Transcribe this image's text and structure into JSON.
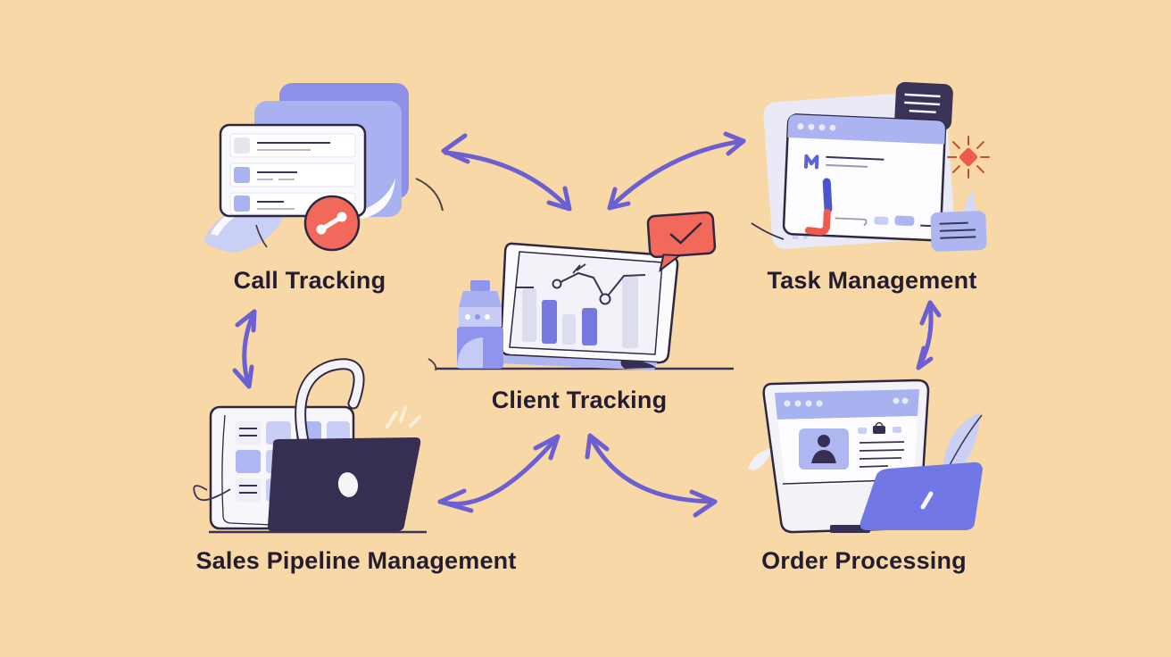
{
  "diagram": {
    "kind": "crm-feature-map-illustration",
    "background_color": "#F8D8A6",
    "center_node": "Client Tracking",
    "nodes": [
      {
        "id": "call-tracking",
        "label": "Call Tracking",
        "position": "top-left",
        "illustration": "stacked periwinkle cards with a white contact-list card, leaf, and coral call-transfer badge"
      },
      {
        "id": "task-management",
        "label": "Task Management",
        "position": "top-right",
        "illustration": "tilted browser window with logo, task line and checkmark pen, dark note card, periwinkle note, coral starburst, grass"
      },
      {
        "id": "client-tracking",
        "label": "Client Tracking",
        "position": "center",
        "illustration": "laptop showing bar and line analytics chart, water bottle, coral speech bubble with checkmark"
      },
      {
        "id": "sales-pipeline",
        "label": "Sales Pipeline Management",
        "position": "bottom-left",
        "illustration": "white kanban board with periwinkle tiles behind a dark navy laptop with hook cable and sparkles"
      },
      {
        "id": "order-processing",
        "label": "Order Processing",
        "position": "bottom-right",
        "illustration": "tablet with customer profile card and order lines behind a purple laptop, leaves"
      }
    ],
    "connections": [
      {
        "from": "call-tracking",
        "to": "client-tracking",
        "style": "curved-double-headed-arrow"
      },
      {
        "from": "client-tracking",
        "to": "task-management",
        "style": "curved-double-headed-arrow"
      },
      {
        "from": "call-tracking",
        "to": "sales-pipeline",
        "style": "curved-double-headed-arrow"
      },
      {
        "from": "task-management",
        "to": "order-processing",
        "style": "curved-double-headed-arrow"
      },
      {
        "from": "sales-pipeline",
        "to": "client-tracking",
        "style": "curved-double-headed-arrow"
      },
      {
        "from": "client-tracking",
        "to": "order-processing",
        "style": "curved-double-headed-arrow"
      }
    ],
    "palette": {
      "background": "#F8D8A6",
      "arrow": "#6B5FD2",
      "outline": "#2E2742",
      "navy": "#372F52",
      "coral": "#F2695B",
      "periwinkle": "#A9B1F0",
      "periwinkle_dark": "#8C90E9",
      "periwinkle_chip": "#AEB7F2",
      "periwinkle_light": "#C9CEF6",
      "lavender_pale": "#DDDFEF",
      "purple_laptop": "#7277E6",
      "blue_pen": "#4C55CE",
      "bar_purple": "#7579E0",
      "card_white": "#FBFBFE",
      "text": "#241C31"
    }
  }
}
